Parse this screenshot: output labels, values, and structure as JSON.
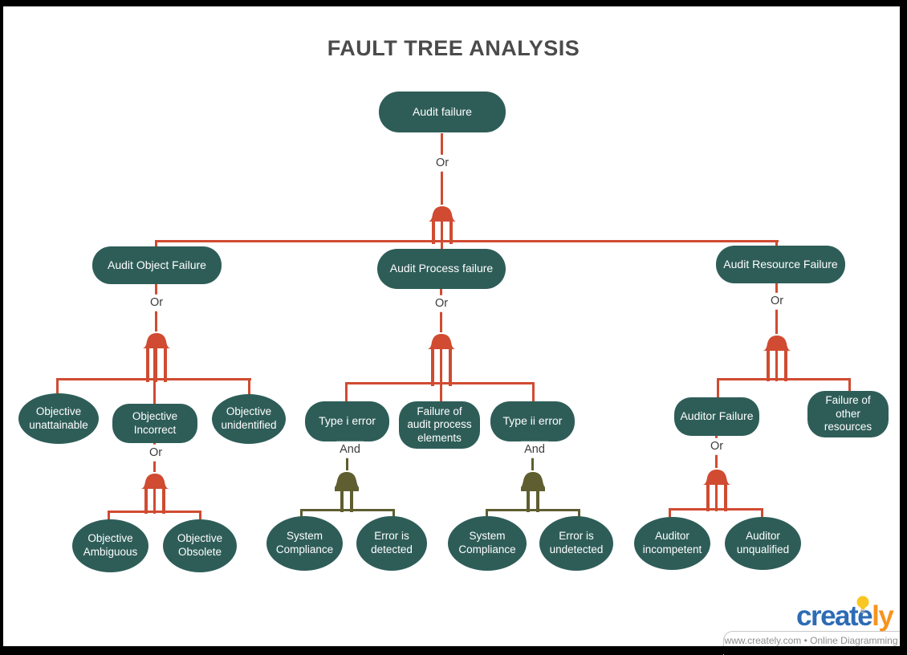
{
  "title": "FAULT TREE ANALYSIS",
  "tree": {
    "root": {
      "label": "Audit failure",
      "gate": "Or"
    },
    "branches": [
      {
        "label": "Audit Object Failure",
        "gate": "Or",
        "children": [
          {
            "label": "Objective unattainable"
          },
          {
            "label": "Objective Incorrect",
            "gate": "Or",
            "children": [
              {
                "label": "Objective Ambiguous"
              },
              {
                "label": "Objective Obsolete"
              }
            ]
          },
          {
            "label": "Objective unidentified"
          }
        ]
      },
      {
        "label": "Audit Process failure",
        "gate": "Or",
        "children": [
          {
            "label": "Type i error",
            "gate": "And",
            "children": [
              {
                "label": "System Compliance"
              },
              {
                "label": "Error is detected"
              }
            ]
          },
          {
            "label": "Failure of audit process elements"
          },
          {
            "label": "Type ii error",
            "gate": "And",
            "children": [
              {
                "label": "System Compliance"
              },
              {
                "label": "Error is undetected"
              }
            ]
          }
        ]
      },
      {
        "label": "Audit Resource Failure",
        "gate": "Or",
        "children": [
          {
            "label": "Auditor Failure",
            "gate": "Or",
            "children": [
              {
                "label": "Auditor incompetent"
              },
              {
                "label": "Auditor unqualified"
              }
            ]
          },
          {
            "label": "Failure of other resources"
          }
        ]
      }
    ]
  },
  "colors": {
    "node_fill": "#2e5d58",
    "or_gate_red": "#d04b31",
    "and_gate_olive": "#5e5e30",
    "gate_label_text": "#3c3c3c",
    "title_text": "#4b4b4b",
    "logo_blue": "#2d6cb4",
    "logo_orange": "#f7941d",
    "bulb_yellow": "#f9c623",
    "tagline_gray": "#8e8e8e"
  },
  "watermark": {
    "brand_primary": "create",
    "brand_suffix": "ly",
    "tagline": "www.creately.com • Online Diagramming"
  }
}
